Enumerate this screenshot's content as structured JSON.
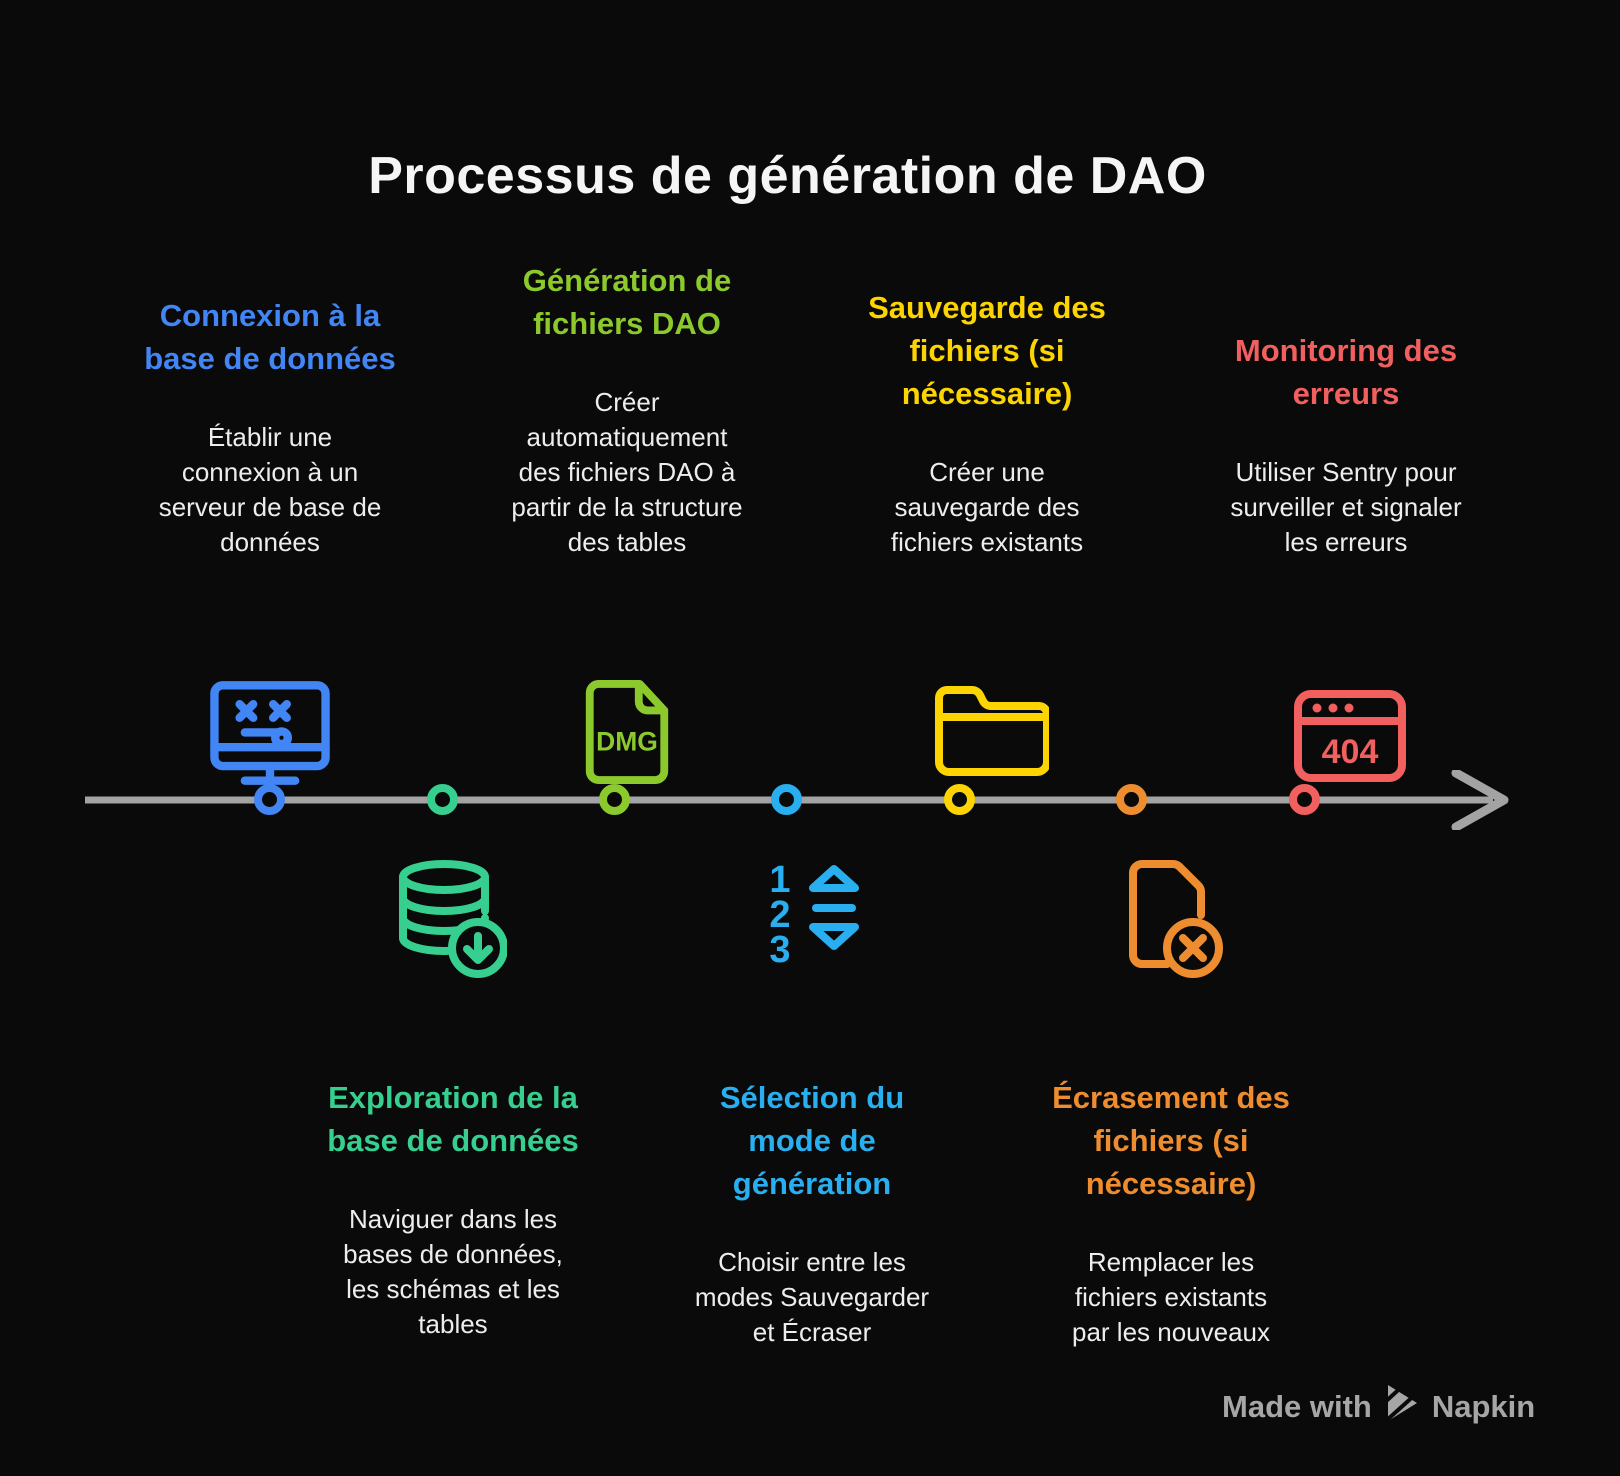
{
  "title": "Processus de génération de DAO",
  "colors": {
    "background": "#0a0a0a",
    "title": "#f5f5f5",
    "body_text": "#ededed",
    "timeline": "#a3a3a3",
    "footer": "#a6a6a6"
  },
  "steps": [
    {
      "heading": "Connexion à la\nbase de données",
      "body": "Établir une\nconnexion à un\nserveur de base de\ndonnées",
      "color": "#4285f4",
      "icon": "crashed-computer-icon",
      "position": "top"
    },
    {
      "heading": "Exploration de la\nbase de données",
      "body": "Naviguer dans les\nbases de données,\nles schémas et les\ntables",
      "color": "#36cf90",
      "icon": "database-download-icon",
      "position": "bottom"
    },
    {
      "heading": "Génération de\nfichiers DAO",
      "body": "Créer\nautomatiquement\ndes fichiers DAO à\npartir de la structure\ndes tables",
      "color": "#8cc92c",
      "icon": "dmg-file-icon",
      "position": "top"
    },
    {
      "heading": "Sélection du\nmode de\ngénération",
      "body": "Choisir entre les\nmodes Sauvegarder\net Écraser",
      "color": "#29aeef",
      "icon": "sort-numbers-icon",
      "position": "bottom"
    },
    {
      "heading": "Sauvegarde des\nfichiers (si\nnécessaire)",
      "body": "Créer une\nsauvegarde des\nfichiers existants",
      "color": "#fcd402",
      "icon": "folder-icon",
      "position": "top"
    },
    {
      "heading": "Écrasement des\nfichiers (si\nnécessaire)",
      "body": "Remplacer les\nfichiers existants\npar les nouveaux",
      "color": "#ee8d2f",
      "icon": "file-delete-icon",
      "position": "bottom"
    },
    {
      "heading": "Monitoring des\nerreurs",
      "body": "Utiliser Sentry pour\nsurveiller et signaler\nles erreurs",
      "color": "#f25f5f",
      "icon": "error-404-browser-icon",
      "position": "top"
    }
  ],
  "icon_labels": {
    "dmg_file_text": "DMG",
    "error_code": "404",
    "sort_numbers": [
      "1",
      "2",
      "3"
    ]
  },
  "timeline": {
    "dot_colors": [
      "#4285f4",
      "#36cf90",
      "#8cc92c",
      "#29aeef",
      "#fcd402",
      "#ee8d2f",
      "#f25f5f"
    ]
  },
  "footer": {
    "made_with": "Made with",
    "brand": "Napkin"
  }
}
